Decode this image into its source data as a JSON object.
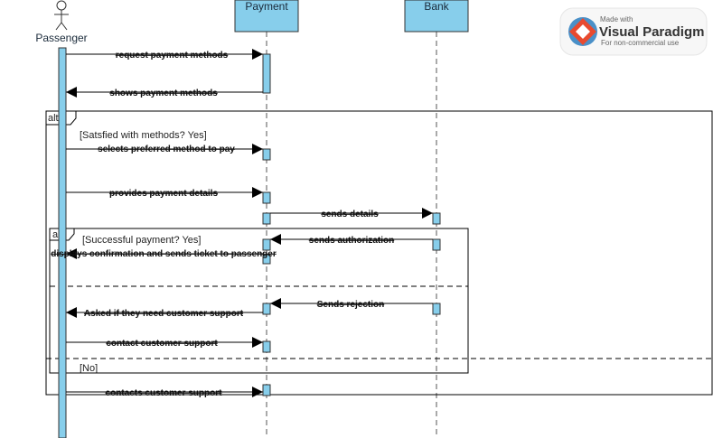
{
  "participants": {
    "actor": "Passenger",
    "payment": "Payment",
    "bank": "Bank"
  },
  "messages": [
    "request payment methods",
    "shows payment methods",
    "selects preferred method to pay",
    "provides payment details",
    "sends details",
    "sends authorization",
    "displays confirmation and sends ticket to passenger",
    "Sends rejection",
    "Asked if they need customer support",
    "contact customer support",
    "contacts customer support"
  ],
  "fragments": {
    "outer_alt_label": "alt s",
    "outer_guard": "[Satsfied with methods?  Yes]",
    "outer_else_guard": "[No]",
    "inner_alt_label": "alt",
    "inner_guard": "[Successful payment? Yes]"
  },
  "watermark": {
    "made_with": "Made with",
    "brand": "Visual Paradigm",
    "license": "For non-commercial use"
  },
  "colors": {
    "lifeline_box": "#87ceeb",
    "activation": "#87ceeb",
    "line": "#000000"
  }
}
